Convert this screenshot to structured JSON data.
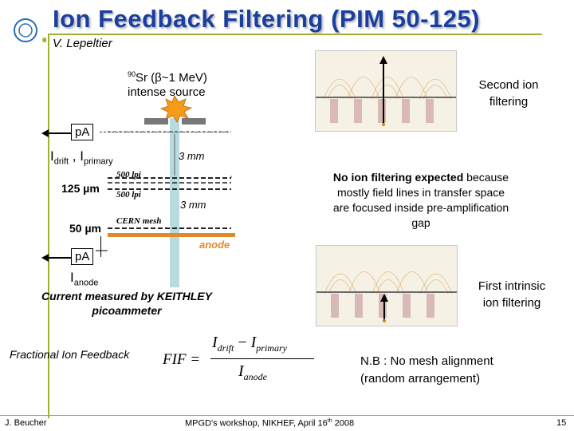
{
  "header": {
    "title": "Ion Feedback Filtering (PIM 50-125)",
    "author": "V. Lepeltier"
  },
  "source": {
    "line1_sup": "90",
    "line1": "Sr (β~1 MeV)",
    "line2": "intense source"
  },
  "labels": {
    "pa_top": "pA",
    "pa_bottom": "pA",
    "i_drift": "I",
    "i_drift_sub": "drift",
    "comma": " , I",
    "i_primary_sub": "primary",
    "three_mm_top": "3 mm",
    "three_mm_mid": "3 mm",
    "lpi_top": "500 lpi",
    "lpi_mid": "500 lpi",
    "um125": "125 µm",
    "um50": "50 µm",
    "cern_mesh": "CERN mesh",
    "anode": "anode",
    "i_anode": "I",
    "i_anode_sub": "anode"
  },
  "measurement": {
    "line1": "Current measured by KEITHLEY",
    "line2": "picoammeter"
  },
  "fif": {
    "label": "Fractional Ion Feedback",
    "lhs": "FIF =",
    "numerator_i1": "I",
    "numerator_s1": "drift",
    "minus": "−",
    "numerator_i2": "I",
    "numerator_s2": "primary",
    "denominator_i": "I",
    "denominator_s": "anode"
  },
  "right_top": {
    "label_line1": "Second ion",
    "label_line2": "filtering"
  },
  "right_mid": {
    "bold": "No ion filtering expected",
    "rest_line1": " because",
    "line2": "mostly field lines in transfer space",
    "line3": "are focused inside pre-amplification",
    "line4": "gap"
  },
  "right_bottom": {
    "label_line1": "First intrinsic",
    "label_line2": "ion filtering"
  },
  "note": {
    "line1": "N.B : No mesh alignment",
    "line2": "(random arrangement)"
  },
  "footer": {
    "left": "J. Beucher",
    "center_pre": "MPGD's workshop, NIKHEF,  April 16",
    "center_sup": "th",
    "center_post": " 2008",
    "page": "15"
  },
  "colors": {
    "title": "#1a3f9e",
    "accent_line": "#9bb531",
    "anode": "#e08a2a",
    "beam": "#b8dbe0",
    "source": "#f59a1b"
  }
}
